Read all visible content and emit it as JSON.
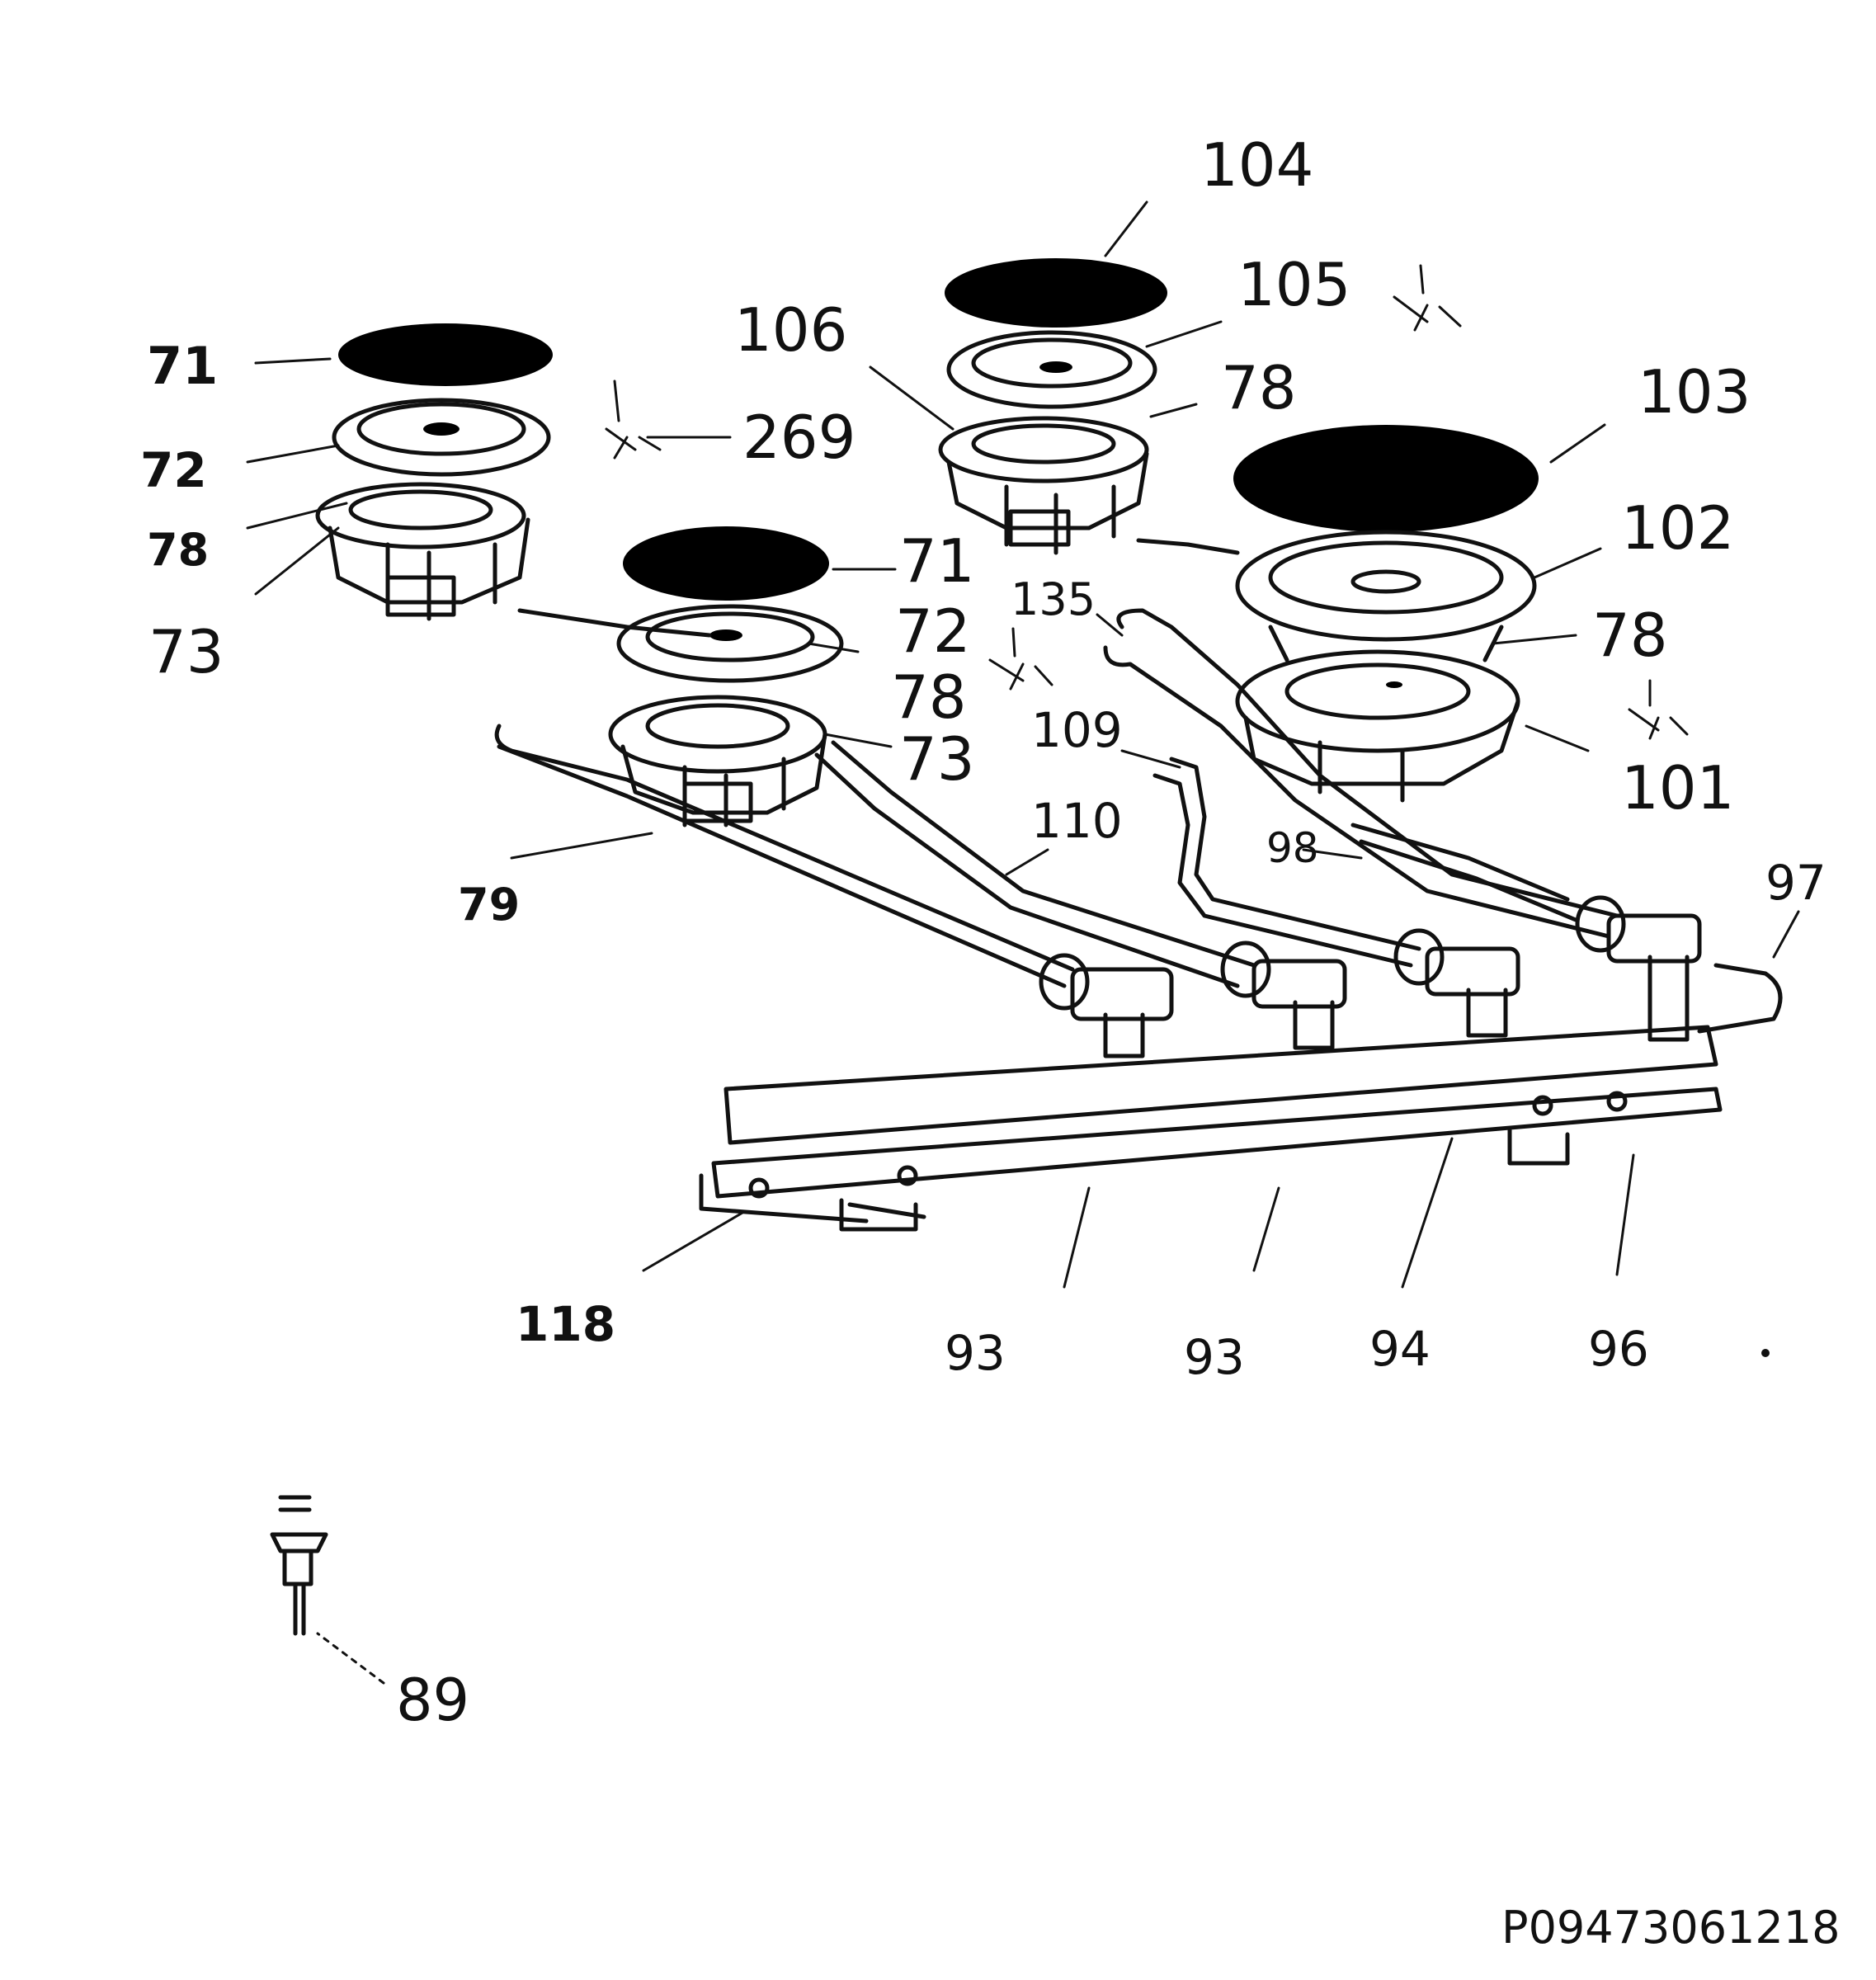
{
  "diagram": {
    "code": "P09473061218",
    "labels": [
      {
        "id": "l-104",
        "text": "104"
      },
      {
        "id": "l-105",
        "text": "105"
      },
      {
        "id": "l-71a",
        "text": "71"
      },
      {
        "id": "l-106",
        "text": "106"
      },
      {
        "id": "l-78a",
        "text": "78"
      },
      {
        "id": "l-103",
        "text": "103"
      },
      {
        "id": "l-72a",
        "text": "72"
      },
      {
        "id": "l-269",
        "text": "269"
      },
      {
        "id": "l-78b",
        "text": "78"
      },
      {
        "id": "l-73a",
        "text": "73"
      },
      {
        "id": "l-71b",
        "text": "71"
      },
      {
        "id": "l-102",
        "text": "102"
      },
      {
        "id": "l-135",
        "text": "135"
      },
      {
        "id": "l-72b",
        "text": "72"
      },
      {
        "id": "l-78c",
        "text": "78"
      },
      {
        "id": "l-78d",
        "text": "78"
      },
      {
        "id": "l-109",
        "text": "109"
      },
      {
        "id": "l-73b",
        "text": "73"
      },
      {
        "id": "l-101",
        "text": "101"
      },
      {
        "id": "l-110",
        "text": "110"
      },
      {
        "id": "l-98",
        "text": "98"
      },
      {
        "id": "l-97",
        "text": "97"
      },
      {
        "id": "l-79",
        "text": "79"
      },
      {
        "id": "l-118",
        "text": "118"
      },
      {
        "id": "l-93a",
        "text": "93"
      },
      {
        "id": "l-93b",
        "text": "93"
      },
      {
        "id": "l-94",
        "text": "94"
      },
      {
        "id": "l-96",
        "text": "96"
      },
      {
        "id": "l-89",
        "text": "89"
      }
    ]
  }
}
